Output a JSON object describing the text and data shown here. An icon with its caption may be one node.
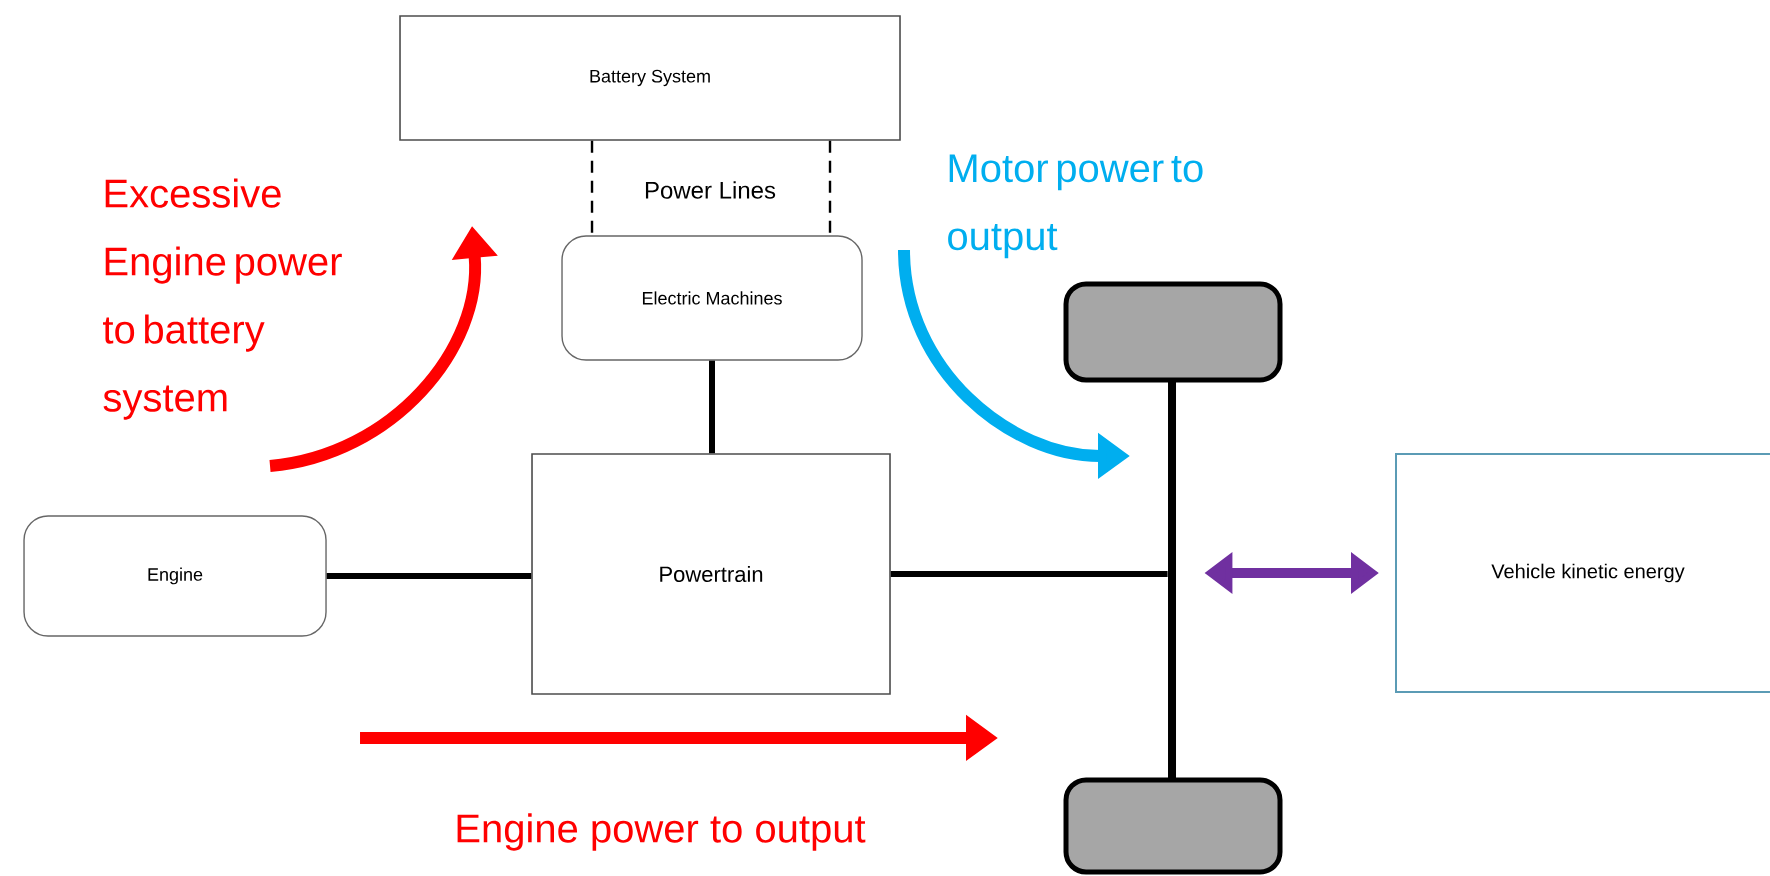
{
  "diagram": {
    "nodes": [
      {
        "text": [
          "Battery System"
        ]
      },
      {
        "text": [
          "Electric Machines"
        ]
      },
      {
        "text": [
          "Engine"
        ]
      },
      {
        "text": [
          "Powertrain"
        ]
      },
      {
        "text": [
          "Vehicle kinetic energy"
        ]
      },
      {
        "text": [],
        "shape": "box"
      },
      {
        "text": [],
        "shape": "bar"
      },
      {
        "text": [],
        "shape": "box"
      }
    ],
    "edges": [
      {
        "from": 0,
        "to": 1,
        "arrow": "none",
        "style": "dashed"
      },
      {
        "from": 0,
        "to": 1,
        "arrow": "none",
        "style": "dashed"
      },
      {
        "from": 1,
        "to": 3,
        "arrow": "none"
      },
      {
        "from": 2,
        "to": 3,
        "arrow": "none"
      },
      {
        "from": 3,
        "to": 6,
        "arrow": "none"
      },
      {
        "from": 6,
        "to": 4,
        "arrow": "both",
        "color": "#7030a0"
      }
    ],
    "labels": [
      "Power Lines",
      "Excessive Engine power to battery system",
      "Motor power to output",
      "Engine power to output"
    ]
  }
}
